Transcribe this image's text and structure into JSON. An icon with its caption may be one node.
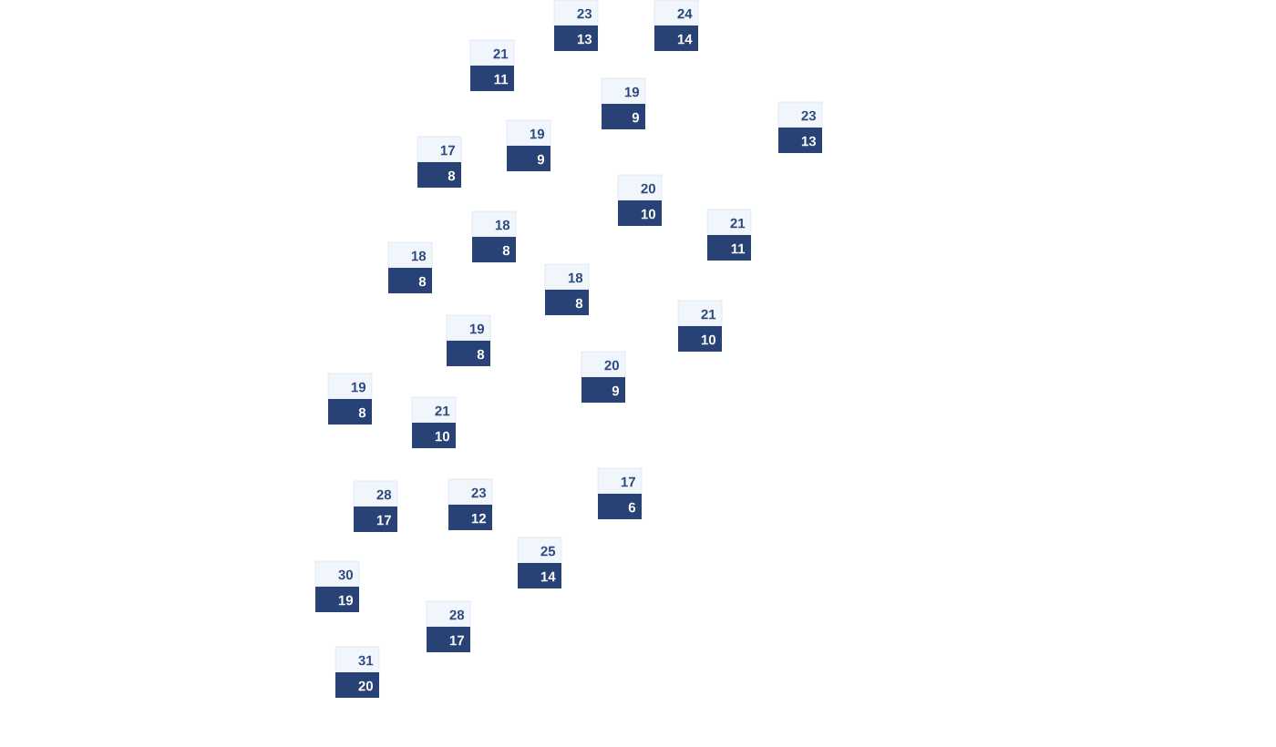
{
  "diagram": {
    "nodes": [
      {
        "text": [
          "23",
          "13"
        ]
      },
      {
        "text": [
          "24",
          "14"
        ]
      },
      {
        "text": [
          "21",
          "11"
        ]
      },
      {
        "text": [
          "19",
          "9"
        ]
      },
      {
        "text": [
          "23",
          "13"
        ]
      },
      {
        "text": [
          "19",
          "9"
        ]
      },
      {
        "text": [
          "17",
          "8"
        ]
      },
      {
        "text": [
          "20",
          "10"
        ]
      },
      {
        "text": [
          "21",
          "11"
        ]
      },
      {
        "text": [
          "18",
          "8"
        ]
      },
      {
        "text": [
          "18",
          "8"
        ]
      },
      {
        "text": [
          "18",
          "8"
        ]
      },
      {
        "text": [
          "21",
          "10"
        ]
      },
      {
        "text": [
          "19",
          "8"
        ]
      },
      {
        "text": [
          "20",
          "9"
        ]
      },
      {
        "text": [
          "19",
          "8"
        ]
      },
      {
        "text": [
          "21",
          "10"
        ]
      },
      {
        "text": [
          "17",
          "6"
        ]
      },
      {
        "text": [
          "23",
          "12"
        ]
      },
      {
        "text": [
          "28",
          "17"
        ]
      },
      {
        "text": [
          "25",
          "14"
        ]
      },
      {
        "text": [
          "30",
          "19"
        ]
      },
      {
        "text": [
          "28",
          "17"
        ]
      },
      {
        "text": [
          "31",
          "20"
        ]
      }
    ]
  }
}
